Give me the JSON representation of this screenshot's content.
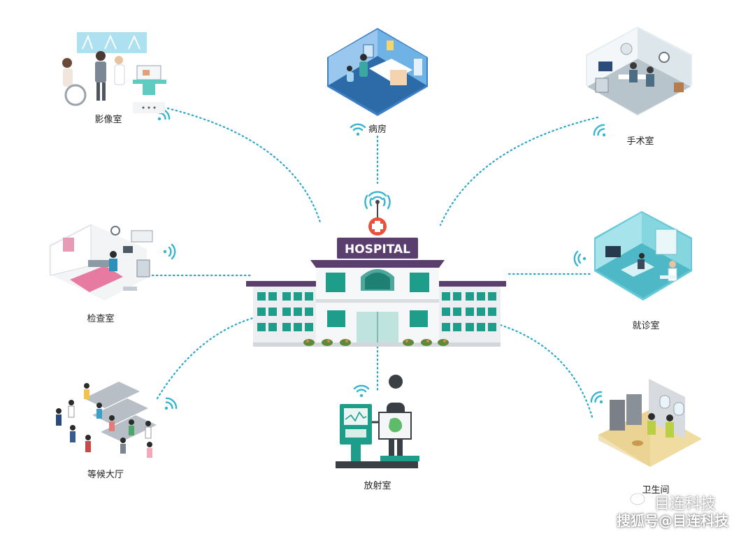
{
  "hospital": {
    "sign": "HOSPITAL"
  },
  "rooms": {
    "imaging": "影像室",
    "ward": "病房",
    "surgery": "手术室",
    "exam": "检查室",
    "clinic": "就诊室",
    "waiting": "等候大厅",
    "radiology": "放射室",
    "restroom": "卫生间"
  },
  "watermark": {
    "brand": "目连科技",
    "source": "搜狐号@目连科技"
  },
  "colors": {
    "link": "#2aa7c9",
    "wifi": "#34b5d0",
    "sign": "#5a3e6d",
    "cross": "#e8523d",
    "teal": "#1e9e8a"
  }
}
